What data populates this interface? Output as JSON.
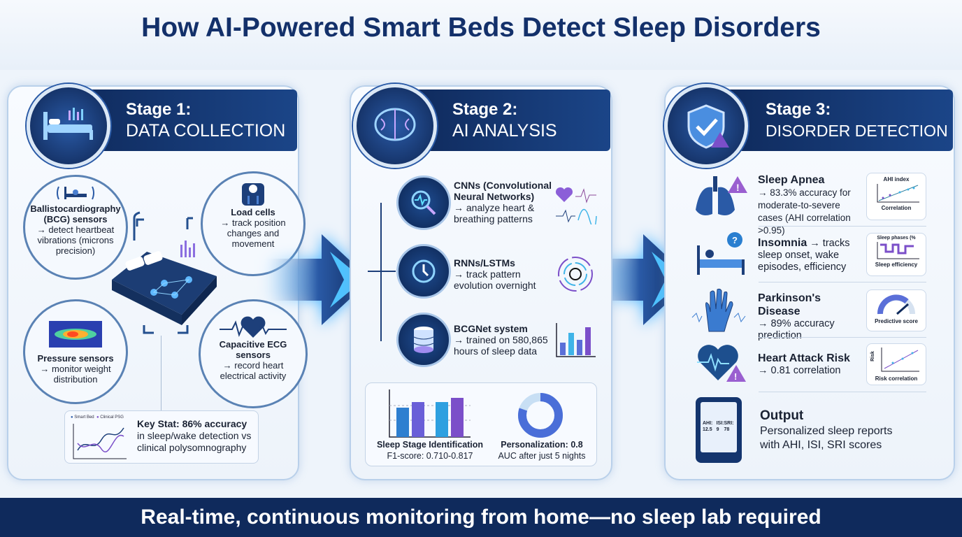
{
  "title": "How AI-Powered Smart Beds Detect Sleep Disorders",
  "footer": "Real-time, continuous monitoring from home—no sleep lab required",
  "colors": {
    "navy": "#0f2a5c",
    "accent": "#1b4588",
    "purple": "#7b4fc9",
    "cyan": "#3fb4e8"
  },
  "stage1": {
    "label": "Stage 1:",
    "title": "DATA COLLECTION",
    "sensors": [
      {
        "name": "Ballistocardiography (BCG) sensors",
        "desc": "→ detect heartbeat vibrations (microns precision)",
        "icon": "bed-vibration-icon"
      },
      {
        "name": "Load cells",
        "desc": "→ track position changes and movement",
        "icon": "scale-icon"
      },
      {
        "name": "Pressure sensors",
        "desc": "→ monitor weight distribution",
        "icon": "pressure-map-icon"
      },
      {
        "name": "Capacitive ECG sensors",
        "desc": "→ record heart electrical activity",
        "icon": "heart-ecg-icon"
      }
    ],
    "key_stat": {
      "bold": "Key Stat: 86% accuracy",
      "rest": " in sleep/wake detection vs clinical polysomnography",
      "legend": [
        "Smart Bed",
        "Clinical PSG"
      ]
    }
  },
  "stage2": {
    "label": "Stage 2:",
    "title": "AI ANALYSIS",
    "methods": [
      {
        "name": "CNNs (Convolutional Neural Networks)",
        "desc": "→ analyze heart & breathing patterns",
        "icon": "magnifier-pulse-icon"
      },
      {
        "name": "RNNs/LSTMs",
        "desc": "→ track pattern evolution overnight",
        "icon": "clock-cycle-icon"
      },
      {
        "name": "BCGNet system",
        "desc": "→ trained on 580,865 hours of sleep data",
        "icon": "database-icon"
      }
    ],
    "stats": [
      {
        "title": "Sleep Stage Identification",
        "value": "F1-score: 0.710-0.817"
      },
      {
        "title": "Personalization: 0.8",
        "value": "AUC after just 5 nights"
      }
    ]
  },
  "stage3": {
    "label": "Stage 3:",
    "title": "DISORDER DETECTION",
    "disorders": [
      {
        "name": "Sleep Apnea",
        "desc": "→ 83.3% accuracy for moderate-to-severe cases (AHI correlation >0.95)",
        "chart_title": "AHI index",
        "chart_caption": "Correlation",
        "icon": "lungs-warning-icon"
      },
      {
        "name": "Insomnia",
        "desc": " → tracks sleep onset, wake episodes, efficiency",
        "chart_title": "Sleep phases (%",
        "chart_caption": "Sleep efficiency",
        "icon": "sleepless-bed-icon"
      },
      {
        "name": "Parkinson's Disease",
        "desc": "→ 89% accuracy prediction",
        "chart_caption": "Predictive score",
        "icon": "tremor-hand-icon"
      },
      {
        "name": "Heart Attack Risk",
        "desc": "→ 0.81 correlation",
        "chart_caption": "Risk correlation",
        "chart_axis": "Risk",
        "icon": "heart-warning-icon"
      }
    ],
    "output": {
      "title": "Output",
      "desc": "Personalized sleep reports with AHI, ISI, SRI scores",
      "tablet": [
        "AHI: 12.5",
        "ISI: 9",
        "SRI: 78"
      ]
    }
  }
}
